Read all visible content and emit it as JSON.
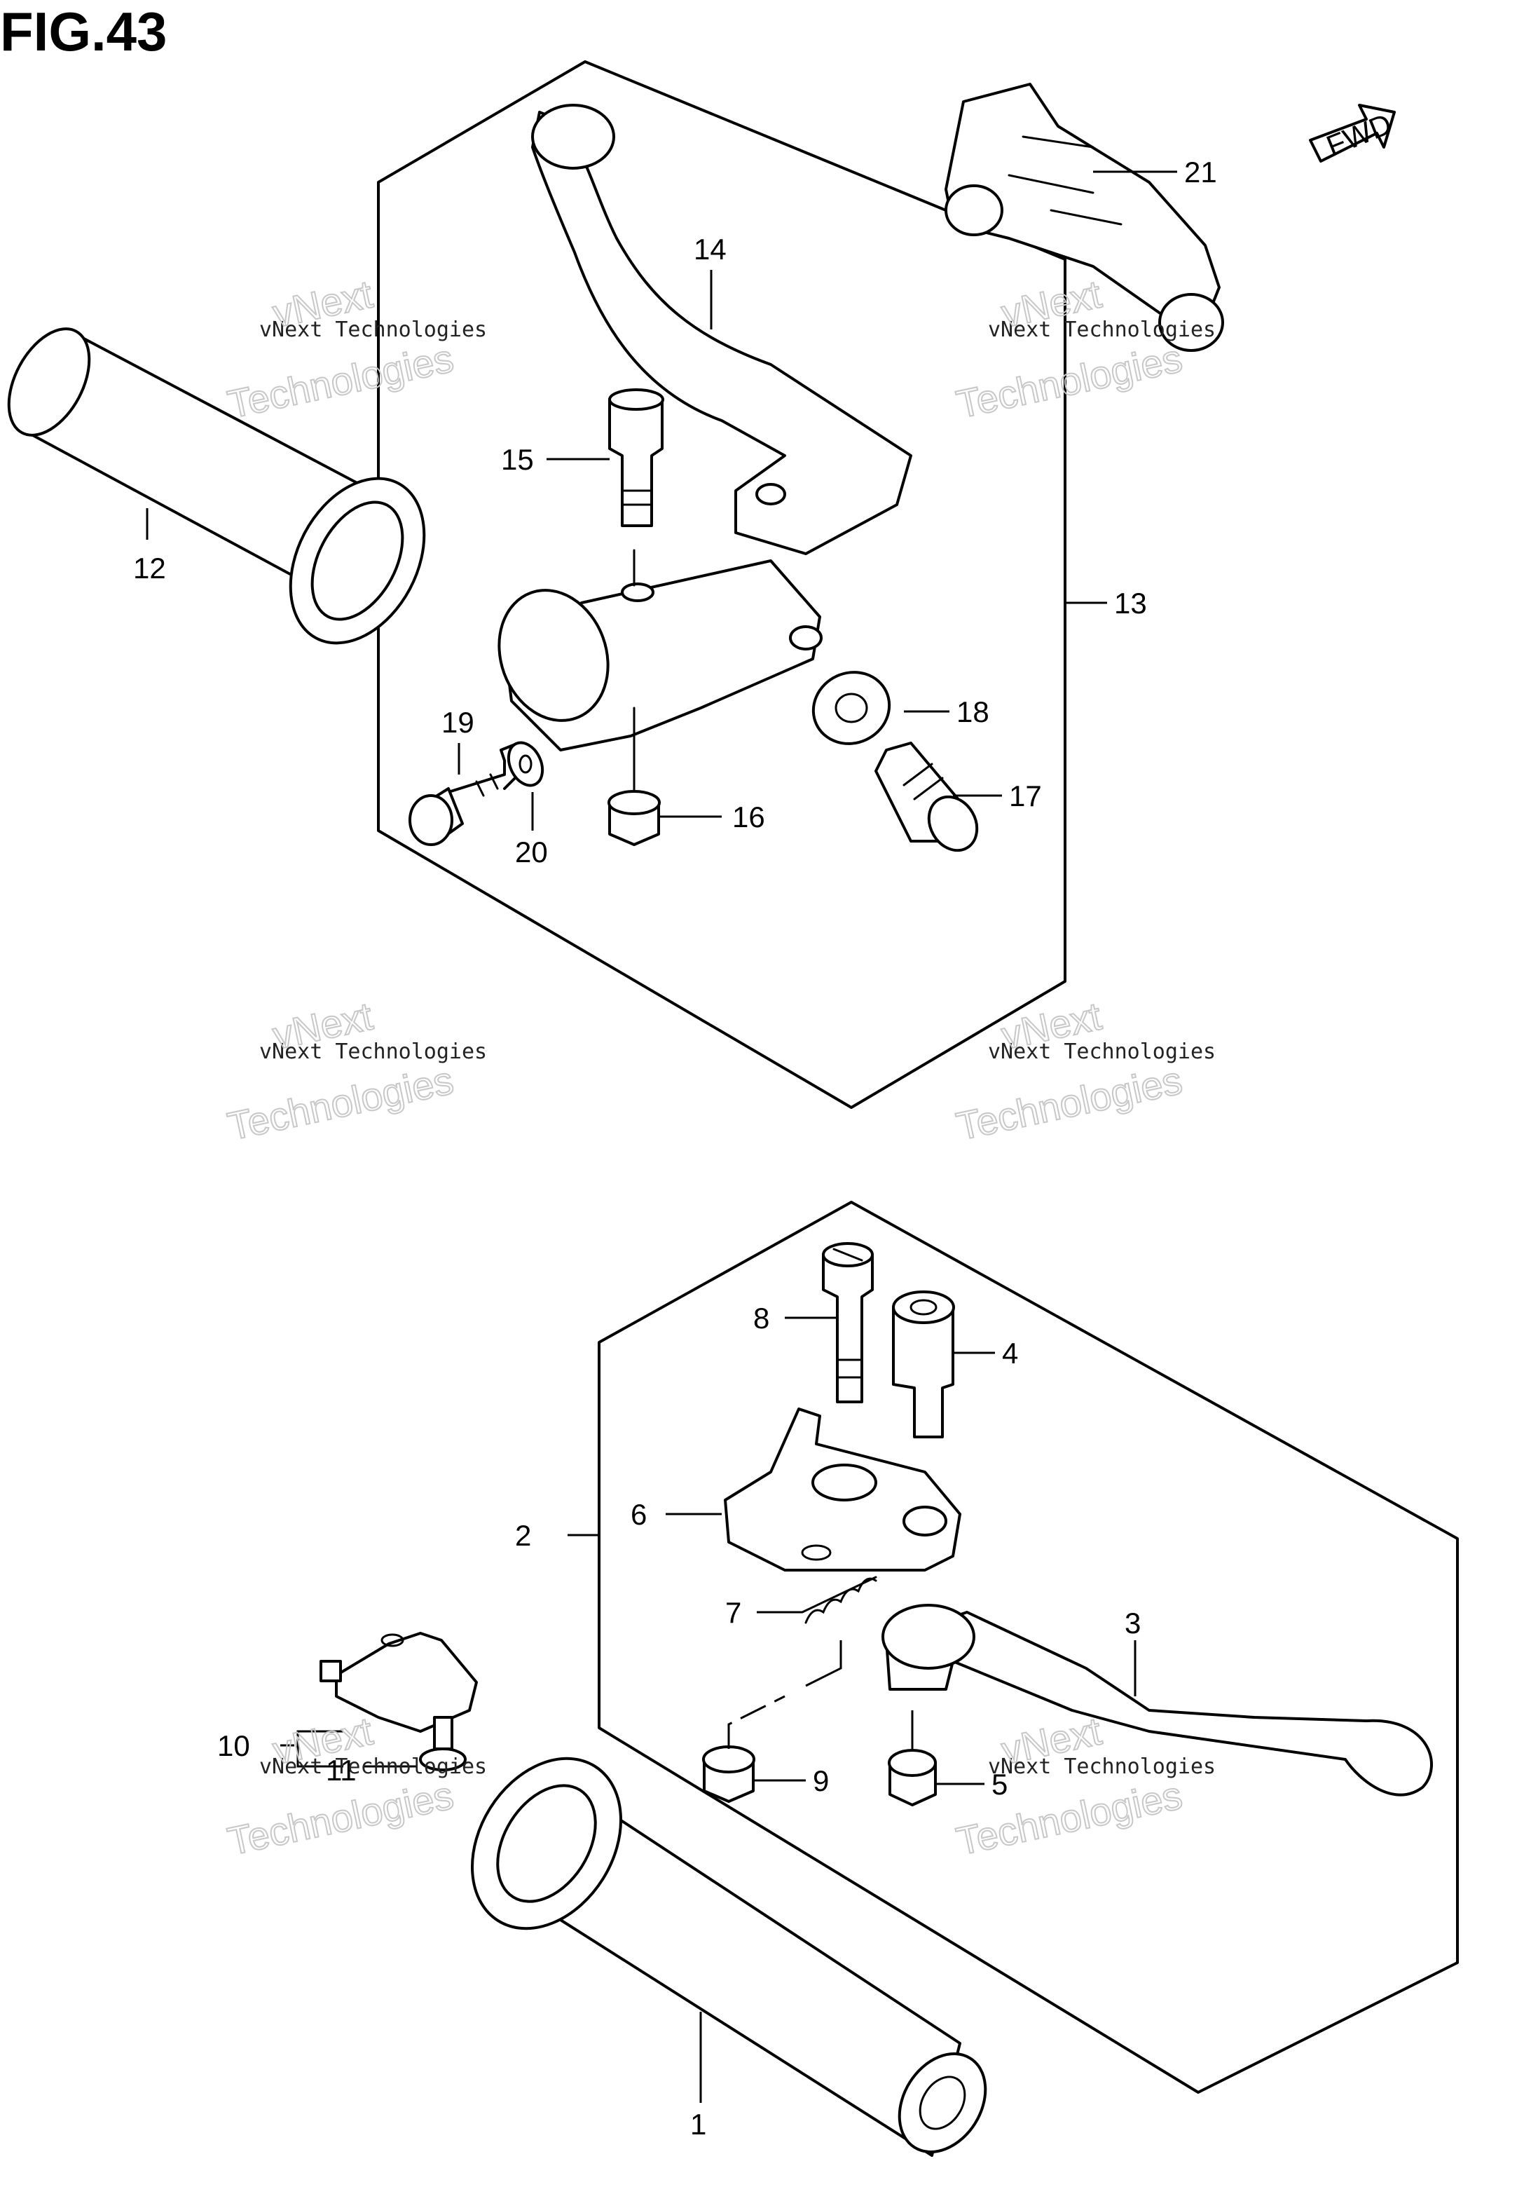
{
  "figure": {
    "title": "FIG.43"
  },
  "direction_badge": {
    "label": "FWD"
  },
  "callouts": [
    "1",
    "2",
    "3",
    "4",
    "5",
    "6",
    "7",
    "8",
    "9",
    "10",
    "11",
    "12",
    "13",
    "14",
    "15",
    "16",
    "17",
    "18",
    "19",
    "20",
    "21"
  ],
  "watermark": {
    "small_text": "vNext Technologies",
    "large_line1": "vNext",
    "large_line2": "Technologies"
  }
}
